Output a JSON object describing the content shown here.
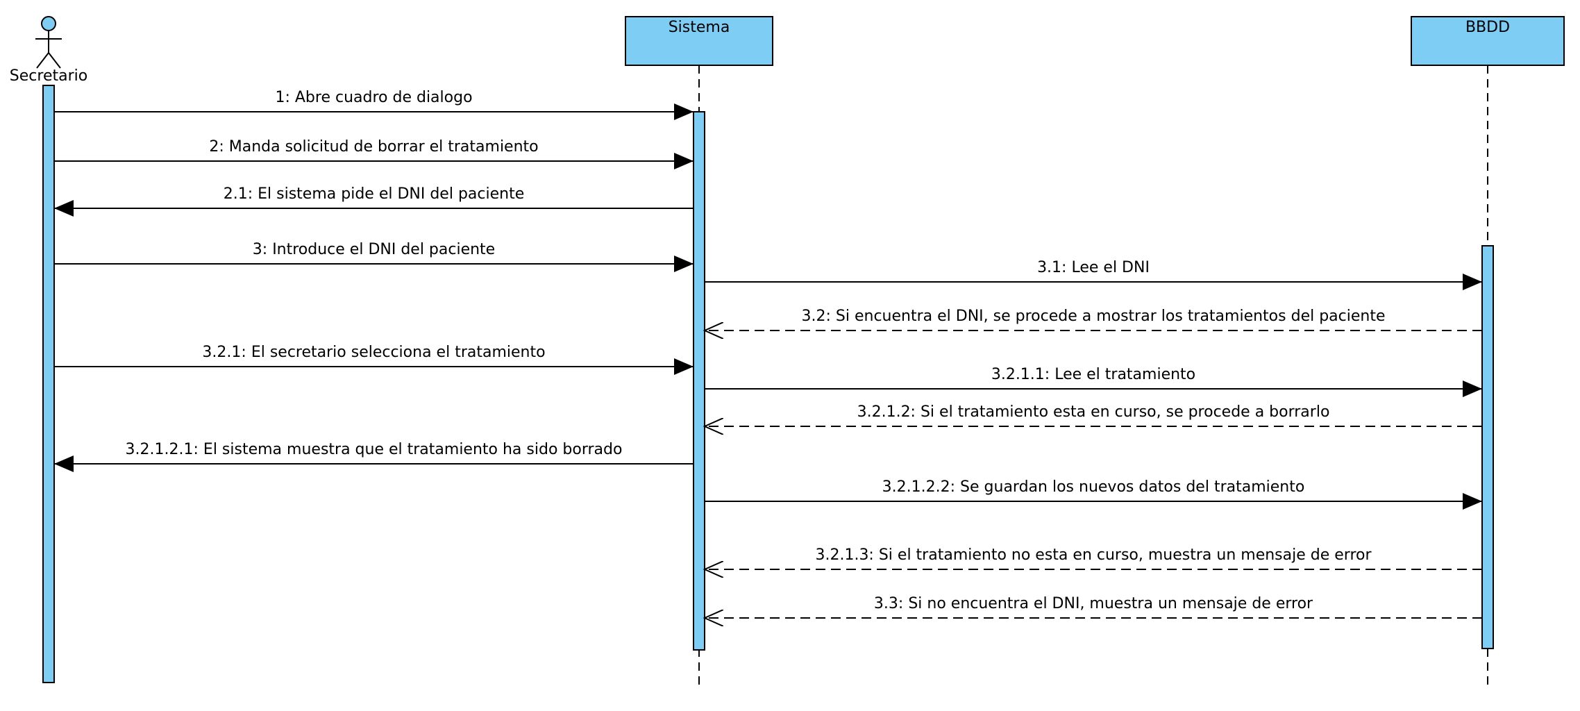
{
  "colors": {
    "fill": "#7dcdf5",
    "stroke": "#000000",
    "background": "#ffffff"
  },
  "actor": {
    "name": "Secretario",
    "icon": "stick-figure-icon"
  },
  "participants": [
    {
      "id": "sistema",
      "name": "Sistema"
    },
    {
      "id": "bbdd",
      "name": "BBDD"
    }
  ],
  "messages": [
    {
      "number": "1:",
      "text": "Abre cuadro de dialogo",
      "from": "secretario",
      "to": "sistema",
      "kind": "sync"
    },
    {
      "number": "2:",
      "text": "Manda solicitud de borrar el tratamiento",
      "from": "secretario",
      "to": "sistema",
      "kind": "sync"
    },
    {
      "number": "2.1:",
      "text": "El sistema pide el DNI del paciente",
      "from": "sistema",
      "to": "secretario",
      "kind": "sync"
    },
    {
      "number": "3:",
      "text": "Introduce el DNI del paciente",
      "from": "secretario",
      "to": "sistema",
      "kind": "sync"
    },
    {
      "number": "3.1:",
      "text": "Lee el DNI",
      "from": "sistema",
      "to": "bbdd",
      "kind": "sync"
    },
    {
      "number": "3.2:",
      "text": "Si encuentra el DNI, se procede a mostrar los tratamientos del paciente",
      "from": "bbdd",
      "to": "sistema",
      "kind": "reply"
    },
    {
      "number": "3.2.1:",
      "text": "El secretario selecciona el tratamiento",
      "from": "secretario",
      "to": "sistema",
      "kind": "sync"
    },
    {
      "number": "3.2.1.1:",
      "text": "Lee el tratamiento",
      "from": "sistema",
      "to": "bbdd",
      "kind": "sync"
    },
    {
      "number": "3.2.1.2:",
      "text": "Si el tratamiento esta en curso, se procede a borrarlo",
      "from": "bbdd",
      "to": "sistema",
      "kind": "reply"
    },
    {
      "number": "3.2.1.2.1:",
      "text": "El sistema muestra que el tratamiento ha sido borrado",
      "from": "sistema",
      "to": "secretario",
      "kind": "sync"
    },
    {
      "number": "3.2.1.2.2:",
      "text": "Se guardan los nuevos datos del tratamiento",
      "from": "sistema",
      "to": "bbdd",
      "kind": "sync"
    },
    {
      "number": "3.2.1.3:",
      "text": "Si el tratamiento no esta en curso, muestra un mensaje de error",
      "from": "bbdd",
      "to": "sistema",
      "kind": "reply"
    },
    {
      "number": "3.3:",
      "text": "Si no encuentra el DNI, muestra un mensaje de error",
      "from": "bbdd",
      "to": "sistema",
      "kind": "reply"
    }
  ]
}
